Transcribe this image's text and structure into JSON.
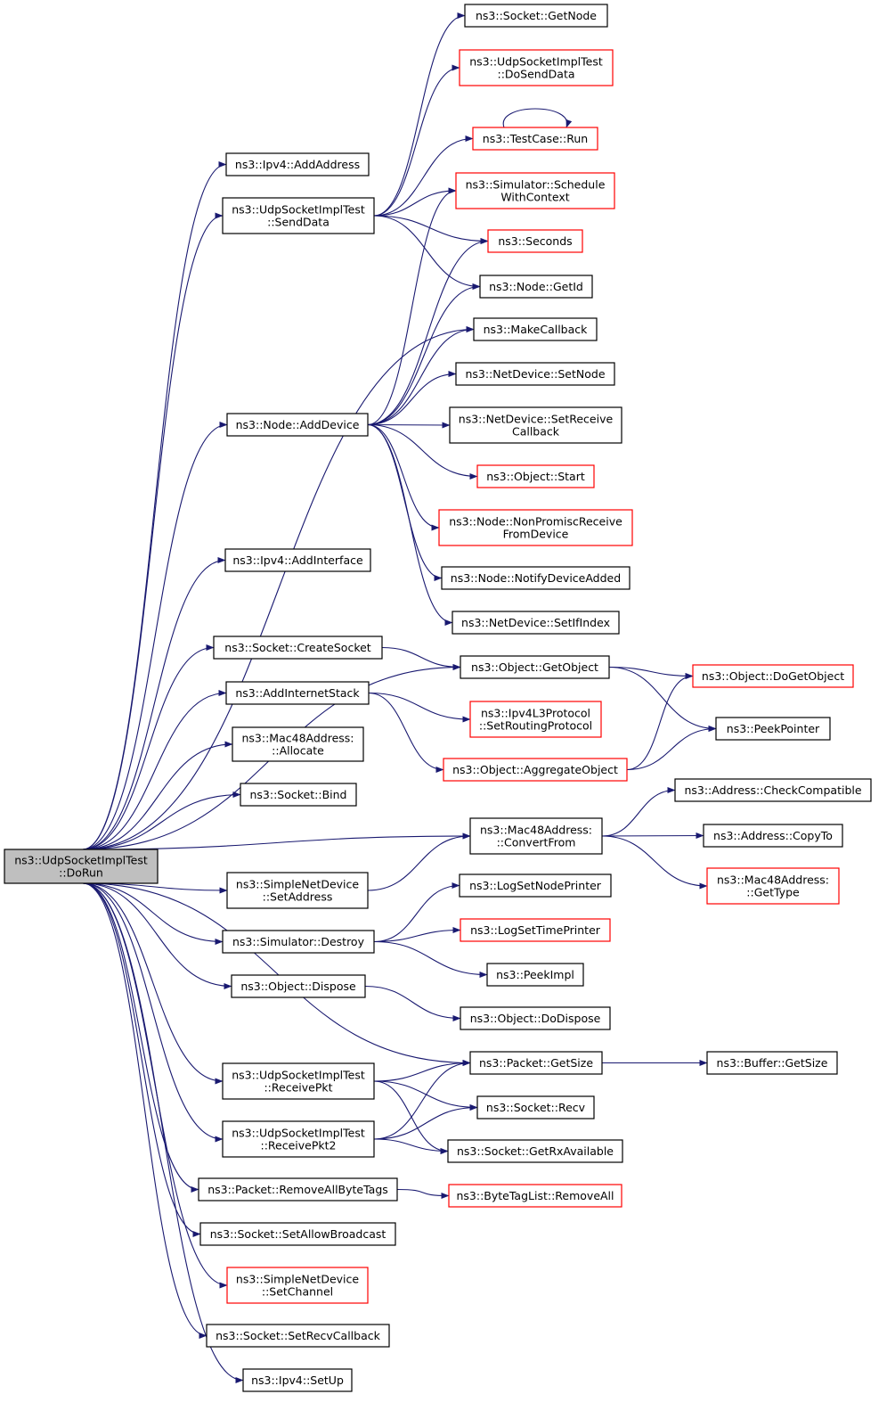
{
  "colors": {
    "edge": "#191970",
    "normal_border": "#000000",
    "truncated_border": "#ff0000",
    "root_fill": "#bfbfbf"
  },
  "nodes": [
    {
      "id": "dorun",
      "lines": [
        "ns3::UdpSocketImplTest",
        "::DoRun"
      ],
      "style": "root"
    },
    {
      "id": "add_address",
      "lines": [
        "ns3::Ipv4::AddAddress"
      ],
      "style": "normal"
    },
    {
      "id": "send_data",
      "lines": [
        "ns3::UdpSocketImplTest",
        "::SendData"
      ],
      "style": "normal"
    },
    {
      "id": "node_add_device",
      "lines": [
        "ns3::Node::AddDevice"
      ],
      "style": "normal"
    },
    {
      "id": "add_interface",
      "lines": [
        "ns3::Ipv4::AddInterface"
      ],
      "style": "normal"
    },
    {
      "id": "create_socket",
      "lines": [
        "ns3::Socket::CreateSocket"
      ],
      "style": "normal"
    },
    {
      "id": "add_internet_stack",
      "lines": [
        "ns3::AddInternetStack"
      ],
      "style": "normal"
    },
    {
      "id": "mac48_allocate",
      "lines": [
        "ns3::Mac48Address:",
        "::Allocate"
      ],
      "style": "normal"
    },
    {
      "id": "socket_bind",
      "lines": [
        "ns3::Socket::Bind"
      ],
      "style": "normal"
    },
    {
      "id": "simple_set_address",
      "lines": [
        "ns3::SimpleNetDevice",
        "::SetAddress"
      ],
      "style": "normal"
    },
    {
      "id": "sim_destroy",
      "lines": [
        "ns3::Simulator::Destroy"
      ],
      "style": "normal"
    },
    {
      "id": "object_dispose",
      "lines": [
        "ns3::Object::Dispose"
      ],
      "style": "normal"
    },
    {
      "id": "receive_pkt",
      "lines": [
        "ns3::UdpSocketImplTest",
        "::ReceivePkt"
      ],
      "style": "normal"
    },
    {
      "id": "receive_pkt2",
      "lines": [
        "ns3::UdpSocketImplTest",
        "::ReceivePkt2"
      ],
      "style": "normal"
    },
    {
      "id": "remove_all_byte_tags",
      "lines": [
        "ns3::Packet::RemoveAllByteTags"
      ],
      "style": "normal"
    },
    {
      "id": "set_allow_broadcast",
      "lines": [
        "ns3::Socket::SetAllowBroadcast"
      ],
      "style": "normal"
    },
    {
      "id": "simple_set_channel",
      "lines": [
        "ns3::SimpleNetDevice",
        "::SetChannel"
      ],
      "style": "truncated"
    },
    {
      "id": "set_recv_callback",
      "lines": [
        "ns3::Socket::SetRecvCallback"
      ],
      "style": "normal"
    },
    {
      "id": "ipv4_set_up",
      "lines": [
        "ns3::Ipv4::SetUp"
      ],
      "style": "normal"
    },
    {
      "id": "socket_get_node",
      "lines": [
        "ns3::Socket::GetNode"
      ],
      "style": "normal"
    },
    {
      "id": "do_send_data",
      "lines": [
        "ns3::UdpSocketImplTest",
        "::DoSendData"
      ],
      "style": "truncated"
    },
    {
      "id": "testcase_run",
      "lines": [
        "ns3::TestCase::Run"
      ],
      "style": "truncated"
    },
    {
      "id": "schedule_with_context",
      "lines": [
        "ns3::Simulator::Schedule",
        "WithContext"
      ],
      "style": "truncated"
    },
    {
      "id": "seconds",
      "lines": [
        "ns3::Seconds"
      ],
      "style": "truncated"
    },
    {
      "id": "node_get_id",
      "lines": [
        "ns3::Node::GetId"
      ],
      "style": "normal"
    },
    {
      "id": "make_callback",
      "lines": [
        "ns3::MakeCallback"
      ],
      "style": "normal"
    },
    {
      "id": "netdevice_set_node",
      "lines": [
        "ns3::NetDevice::SetNode"
      ],
      "style": "normal"
    },
    {
      "id": "netdevice_set_receive_callback",
      "lines": [
        "ns3::NetDevice::SetReceive",
        "Callback"
      ],
      "style": "normal"
    },
    {
      "id": "object_start",
      "lines": [
        "ns3::Object::Start"
      ],
      "style": "truncated"
    },
    {
      "id": "node_nonpromisc",
      "lines": [
        "ns3::Node::NonPromiscReceive",
        "FromDevice"
      ],
      "style": "truncated"
    },
    {
      "id": "node_notify_device_added",
      "lines": [
        "ns3::Node::NotifyDeviceAdded"
      ],
      "style": "normal"
    },
    {
      "id": "netdevice_set_if_index",
      "lines": [
        "ns3::NetDevice::SetIfIndex"
      ],
      "style": "normal"
    },
    {
      "id": "object_get_object",
      "lines": [
        "ns3::Object::GetObject"
      ],
      "style": "normal"
    },
    {
      "id": "object_do_get_object",
      "lines": [
        "ns3::Object::DoGetObject"
      ],
      "style": "truncated"
    },
    {
      "id": "peek_pointer",
      "lines": [
        "ns3::PeekPointer"
      ],
      "style": "normal"
    },
    {
      "id": "ipv4l3_set_routing",
      "lines": [
        "ns3::Ipv4L3Protocol",
        "::SetRoutingProtocol"
      ],
      "style": "truncated"
    },
    {
      "id": "object_aggregate",
      "lines": [
        "ns3::Object::AggregateObject"
      ],
      "style": "truncated"
    },
    {
      "id": "address_check_compatible",
      "lines": [
        "ns3::Address::CheckCompatible"
      ],
      "style": "normal"
    },
    {
      "id": "mac48_convert_from",
      "lines": [
        "ns3::Mac48Address:",
        "::ConvertFrom"
      ],
      "style": "normal"
    },
    {
      "id": "address_copy_to",
      "lines": [
        "ns3::Address::CopyTo"
      ],
      "style": "normal"
    },
    {
      "id": "mac48_get_type",
      "lines": [
        "ns3::Mac48Address:",
        "::GetType"
      ],
      "style": "truncated"
    },
    {
      "id": "log_set_node_printer",
      "lines": [
        "ns3::LogSetNodePrinter"
      ],
      "style": "normal"
    },
    {
      "id": "log_set_time_printer",
      "lines": [
        "ns3::LogSetTimePrinter"
      ],
      "style": "truncated"
    },
    {
      "id": "peek_impl",
      "lines": [
        "ns3::PeekImpl"
      ],
      "style": "normal"
    },
    {
      "id": "object_do_dispose",
      "lines": [
        "ns3::Object::DoDispose"
      ],
      "style": "normal"
    },
    {
      "id": "packet_get_size",
      "lines": [
        "ns3::Packet::GetSize"
      ],
      "style": "normal"
    },
    {
      "id": "buffer_get_size",
      "lines": [
        "ns3::Buffer::GetSize"
      ],
      "style": "normal"
    },
    {
      "id": "socket_recv",
      "lines": [
        "ns3::Socket::Recv"
      ],
      "style": "normal"
    },
    {
      "id": "socket_get_rx_available",
      "lines": [
        "ns3::Socket::GetRxAvailable"
      ],
      "style": "normal"
    },
    {
      "id": "byte_tag_list_remove_all",
      "lines": [
        "ns3::ByteTagList::RemoveAll"
      ],
      "style": "truncated"
    }
  ],
  "edges": [
    {
      "from": "dorun",
      "to": "add_address"
    },
    {
      "from": "dorun",
      "to": "send_data"
    },
    {
      "from": "dorun",
      "to": "make_callback"
    },
    {
      "from": "dorun",
      "to": "node_add_device"
    },
    {
      "from": "dorun",
      "to": "add_interface"
    },
    {
      "from": "dorun",
      "to": "object_get_object"
    },
    {
      "from": "dorun",
      "to": "create_socket"
    },
    {
      "from": "dorun",
      "to": "add_internet_stack"
    },
    {
      "from": "dorun",
      "to": "mac48_allocate"
    },
    {
      "from": "dorun",
      "to": "socket_bind"
    },
    {
      "from": "dorun",
      "to": "mac48_convert_from"
    },
    {
      "from": "dorun",
      "to": "simple_set_address"
    },
    {
      "from": "dorun",
      "to": "sim_destroy"
    },
    {
      "from": "dorun",
      "to": "object_dispose"
    },
    {
      "from": "dorun",
      "to": "packet_get_size"
    },
    {
      "from": "dorun",
      "to": "receive_pkt"
    },
    {
      "from": "dorun",
      "to": "receive_pkt2"
    },
    {
      "from": "dorun",
      "to": "remove_all_byte_tags"
    },
    {
      "from": "dorun",
      "to": "set_allow_broadcast"
    },
    {
      "from": "dorun",
      "to": "simple_set_channel"
    },
    {
      "from": "dorun",
      "to": "set_recv_callback"
    },
    {
      "from": "dorun",
      "to": "ipv4_set_up"
    },
    {
      "from": "send_data",
      "to": "socket_get_node"
    },
    {
      "from": "send_data",
      "to": "do_send_data"
    },
    {
      "from": "send_data",
      "to": "testcase_run"
    },
    {
      "from": "send_data",
      "to": "schedule_with_context"
    },
    {
      "from": "send_data",
      "to": "seconds"
    },
    {
      "from": "send_data",
      "to": "node_get_id"
    },
    {
      "from": "testcase_run",
      "to": "testcase_run"
    },
    {
      "from": "node_add_device",
      "to": "schedule_with_context"
    },
    {
      "from": "node_add_device",
      "to": "seconds"
    },
    {
      "from": "node_add_device",
      "to": "node_get_id"
    },
    {
      "from": "node_add_device",
      "to": "make_callback"
    },
    {
      "from": "node_add_device",
      "to": "netdevice_set_node"
    },
    {
      "from": "node_add_device",
      "to": "netdevice_set_receive_callback"
    },
    {
      "from": "node_add_device",
      "to": "object_start"
    },
    {
      "from": "node_add_device",
      "to": "node_nonpromisc"
    },
    {
      "from": "node_add_device",
      "to": "node_notify_device_added"
    },
    {
      "from": "node_add_device",
      "to": "netdevice_set_if_index"
    },
    {
      "from": "create_socket",
      "to": "object_get_object"
    },
    {
      "from": "object_get_object",
      "to": "object_do_get_object"
    },
    {
      "from": "object_get_object",
      "to": "peek_pointer"
    },
    {
      "from": "add_internet_stack",
      "to": "ipv4l3_set_routing"
    },
    {
      "from": "add_internet_stack",
      "to": "object_aggregate"
    },
    {
      "from": "object_aggregate",
      "to": "object_do_get_object"
    },
    {
      "from": "object_aggregate",
      "to": "peek_pointer"
    },
    {
      "from": "mac48_convert_from",
      "to": "address_check_compatible"
    },
    {
      "from": "mac48_convert_from",
      "to": "address_copy_to"
    },
    {
      "from": "mac48_convert_from",
      "to": "mac48_get_type"
    },
    {
      "from": "simple_set_address",
      "to": "mac48_convert_from"
    },
    {
      "from": "sim_destroy",
      "to": "log_set_node_printer"
    },
    {
      "from": "sim_destroy",
      "to": "log_set_time_printer"
    },
    {
      "from": "sim_destroy",
      "to": "peek_impl"
    },
    {
      "from": "object_dispose",
      "to": "object_do_dispose"
    },
    {
      "from": "packet_get_size",
      "to": "buffer_get_size"
    },
    {
      "from": "receive_pkt",
      "to": "packet_get_size"
    },
    {
      "from": "receive_pkt",
      "to": "socket_recv"
    },
    {
      "from": "receive_pkt",
      "to": "socket_get_rx_available"
    },
    {
      "from": "receive_pkt2",
      "to": "packet_get_size"
    },
    {
      "from": "receive_pkt2",
      "to": "socket_recv"
    },
    {
      "from": "receive_pkt2",
      "to": "socket_get_rx_available"
    },
    {
      "from": "remove_all_byte_tags",
      "to": "byte_tag_list_remove_all"
    }
  ]
}
